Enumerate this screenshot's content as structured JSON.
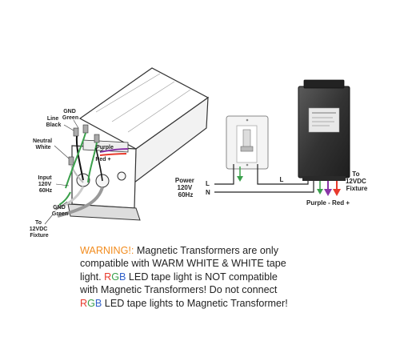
{
  "left_diagram": {
    "labels": {
      "gnd_green_top": [
        "GND",
        "Green"
      ],
      "line_black": [
        "Line",
        "Black"
      ],
      "neutral_white": [
        "Neutral",
        "White"
      ],
      "input": [
        "Input",
        "120V",
        "60Hz"
      ],
      "gnd_green_bottom": [
        "GND",
        "Green"
      ],
      "to_fixture": [
        "To",
        "12VDC",
        "Fixture"
      ],
      "purple": "Purple",
      "red_plus": "Red +"
    }
  },
  "right_diagram": {
    "power": [
      "Power",
      "120V",
      "60Hz"
    ],
    "l": "L",
    "n": "N",
    "l_line": "L",
    "to_fixture": [
      "To",
      "12VDC",
      "Fixture"
    ],
    "purple_red": "Purple - Red +"
  },
  "warning": {
    "line1_warn": "WARNING!:",
    "line1_rest": " Magnetic Transformers are only",
    "line2": "compatible with WARM WHITE & WHITE tape",
    "line3_a": "light.  ",
    "line3_rest": " LED tape light is NOT compatible",
    "line4": "with Magnetic Transformers!  Do not connect",
    "line5_rest": " LED tape lights to Magnetic Transformer!",
    "rgb_r": "R",
    "rgb_g": "G",
    "rgb_b": "B"
  },
  "colors": {
    "warning": "#f28c1e",
    "red": "#e83a2c",
    "green": "#3aa04b",
    "blue": "#2f5fc9",
    "purple": "#8a35a8"
  }
}
